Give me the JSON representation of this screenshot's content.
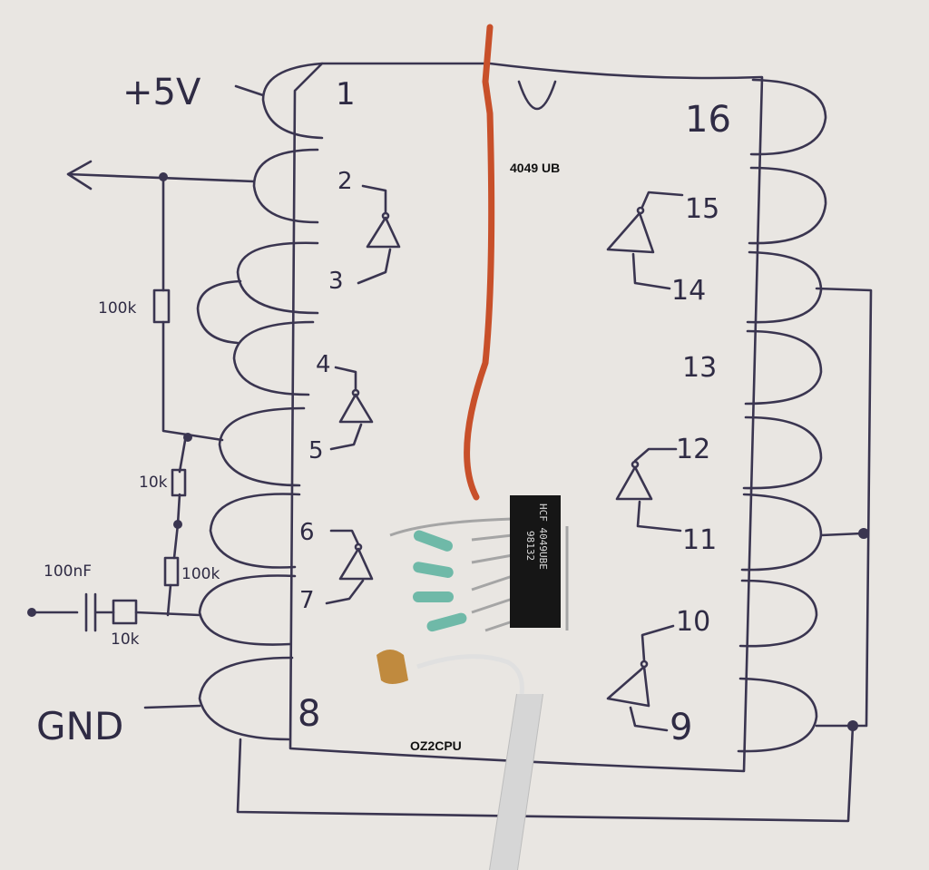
{
  "diagram": {
    "ic_label": "4049 UB",
    "author": "OZ2CPU",
    "supply_label": "+5V",
    "ground_label": "GND",
    "left_pins": [
      "1",
      "2",
      "3",
      "4",
      "5",
      "6",
      "7",
      "8"
    ],
    "right_pins": [
      "16",
      "15",
      "14",
      "13",
      "12",
      "11",
      "10",
      "9"
    ],
    "components": {
      "r1": "100k",
      "r2": "10k",
      "r3": "100k",
      "r4": "10k",
      "c1": "100nF"
    },
    "chip_marking": {
      "line1": "HCF 4049UBE",
      "line2": "98132"
    }
  },
  "colors": {
    "paper": "#e9e6e2",
    "ink": "#3a3550",
    "wire": "#c8502a",
    "cable": "#cfcfcf",
    "chip": "#161616"
  }
}
